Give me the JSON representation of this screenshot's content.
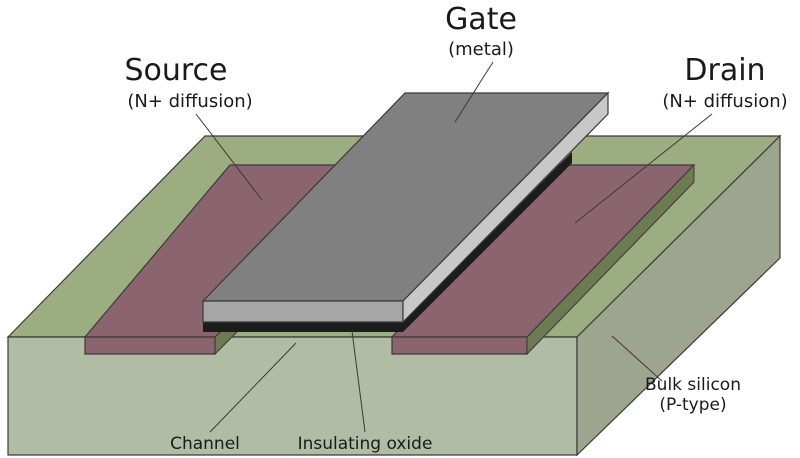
{
  "labels": {
    "gate": "Gate",
    "gate_sub": "(metal)",
    "source": "Source",
    "source_sub": "(N+ diffusion)",
    "drain": "Drain",
    "drain_sub": "(N+ diffusion)",
    "bulk": "Bulk silicon",
    "bulk_sub": "(P-type)",
    "channel": "Channel",
    "oxide": "Insulating oxide"
  },
  "colors": {
    "substrate_top": "#9dad82",
    "substrate_front": "#b1bca5",
    "substrate_side": "#9ea58f",
    "diffusion_top": "#8a6570",
    "diffusion_side": "#6d7a52",
    "gate_top": "#808080",
    "gate_front": "#a6a6a6",
    "gate_side": "#c8c8c8",
    "oxide": "#1c1c1c",
    "outline": "#3a3a3a"
  }
}
